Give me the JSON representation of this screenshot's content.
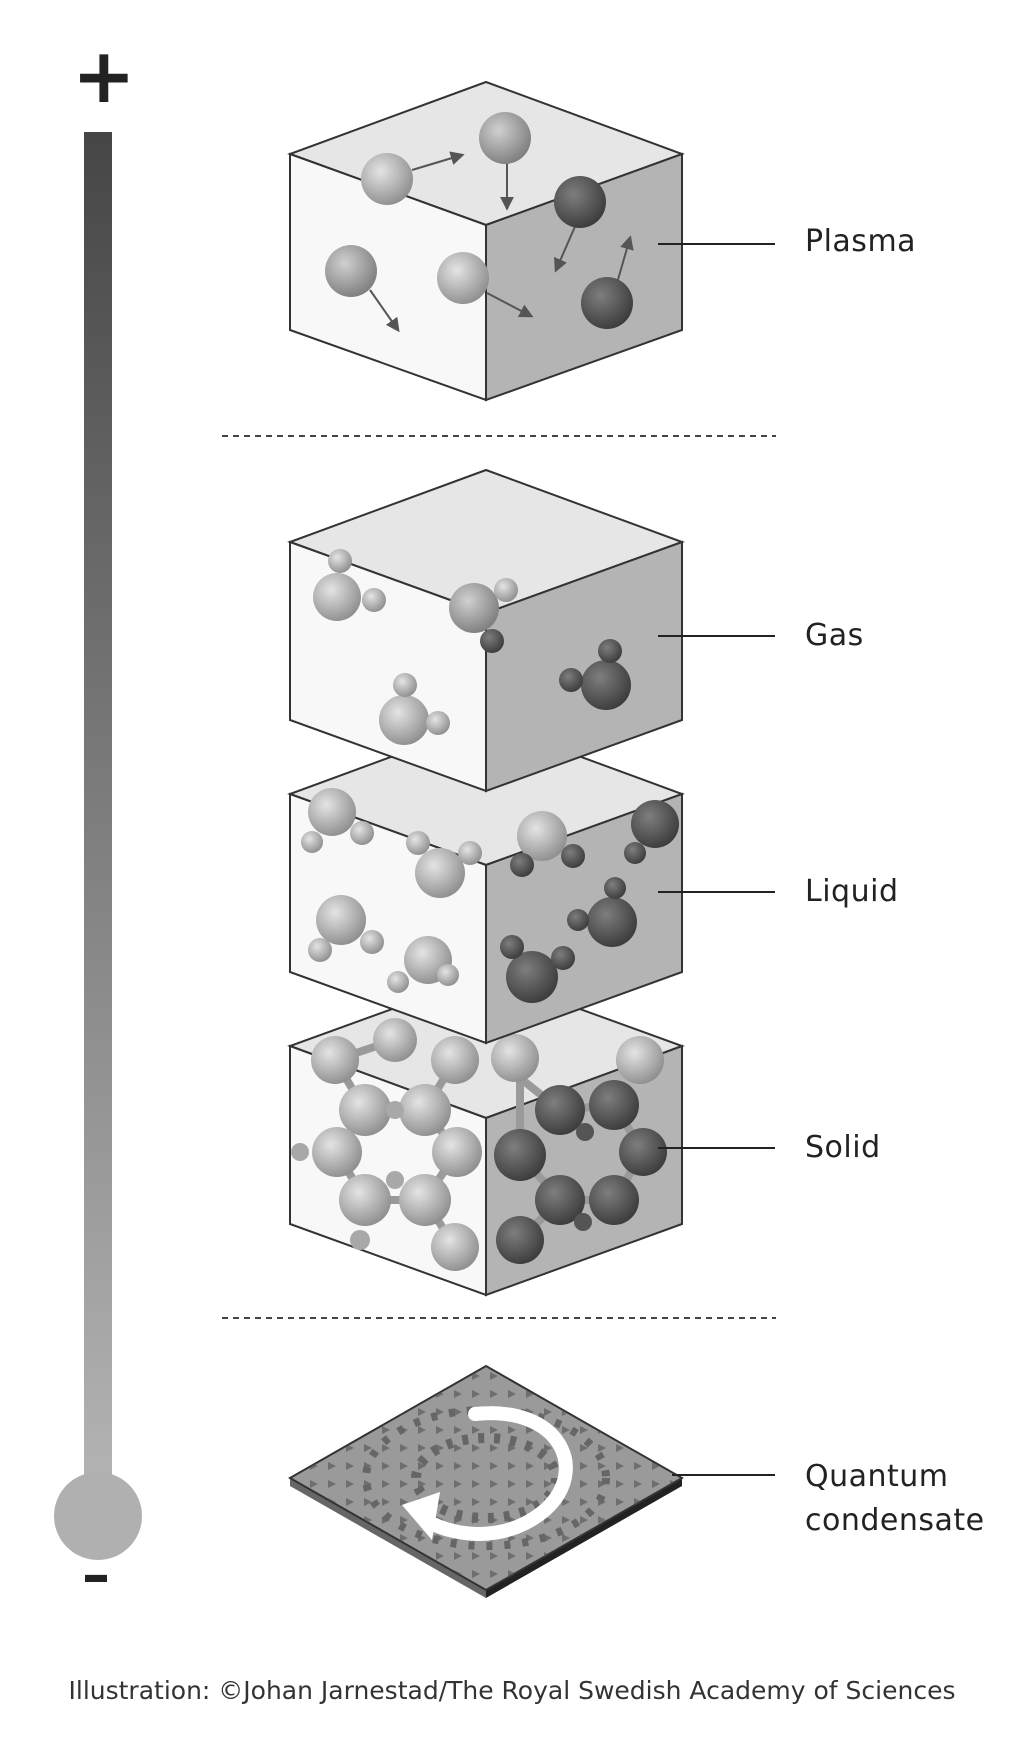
{
  "scale": {
    "top_sign": "+",
    "bottom_sign": "–"
  },
  "states": {
    "plasma": "Plasma",
    "gas": "Gas",
    "liquid": "Liquid",
    "solid": "Solid",
    "quantum_line1": "Quantum",
    "quantum_line2": "condensate"
  },
  "credit": "Illustration: ©Johan Jarnestad/The Royal Swedish Academy of Sciences",
  "colors": {
    "thermometer_dark": "#4a4a4a",
    "thermometer_light": "#b0b0b0",
    "cube_top": "#e6e6e6",
    "cube_left": "#f8f8f8",
    "cube_right": "#b4b4b4"
  }
}
